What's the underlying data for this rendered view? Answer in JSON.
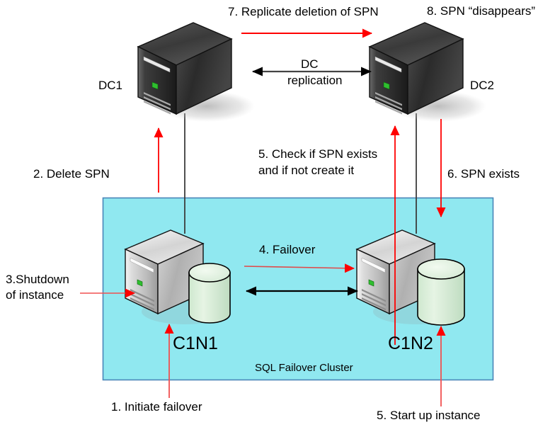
{
  "diagram": {
    "title_context": "SQL Failover Cluster SPN replication sequence",
    "background_color": "#ffffff",
    "cluster_box": {
      "label": "SQL Failover Cluster",
      "fill_color": "#90e8f0",
      "border_color": "#4a86b8"
    },
    "accent_colors": {
      "red_arrow": "#ff0000",
      "black_arrow": "#000000",
      "gray_arrow": "#555555",
      "db_cylinder": "#d8efd8",
      "dc_server_dark": "#3a3a3a",
      "node_server_light": "#c8c8c8",
      "led_green": "#2fbf2f"
    },
    "nodes": {
      "dc1_label": "DC1",
      "dc2_label": "DC2",
      "c1n1_label": "C1N1",
      "c1n2_label": "C1N2"
    },
    "steps": [
      {
        "id": "step1",
        "text": "1. Initiate failover"
      },
      {
        "id": "step2",
        "text": "2. Delete SPN"
      },
      {
        "id": "step3",
        "text": "3.Shutdown\nof instance"
      },
      {
        "id": "step3_line1",
        "text": "3.Shutdown"
      },
      {
        "id": "step3_line2",
        "text": "of instance"
      },
      {
        "id": "step4",
        "text": "4. Failover"
      },
      {
        "id": "step5_check_line1",
        "text": "5. Check if SPN exists"
      },
      {
        "id": "step5_check_line2",
        "text": "and if not create it"
      },
      {
        "id": "step5_start",
        "text": "5. Start up instance"
      },
      {
        "id": "step6",
        "text": "6. SPN exists"
      },
      {
        "id": "step7",
        "text": "7. Replicate deletion of SPN"
      },
      {
        "id": "step8",
        "text": "8. SPN “disappears”"
      }
    ],
    "connections": {
      "dc_replication_line1": "DC",
      "dc_replication_line2": "replication"
    }
  }
}
